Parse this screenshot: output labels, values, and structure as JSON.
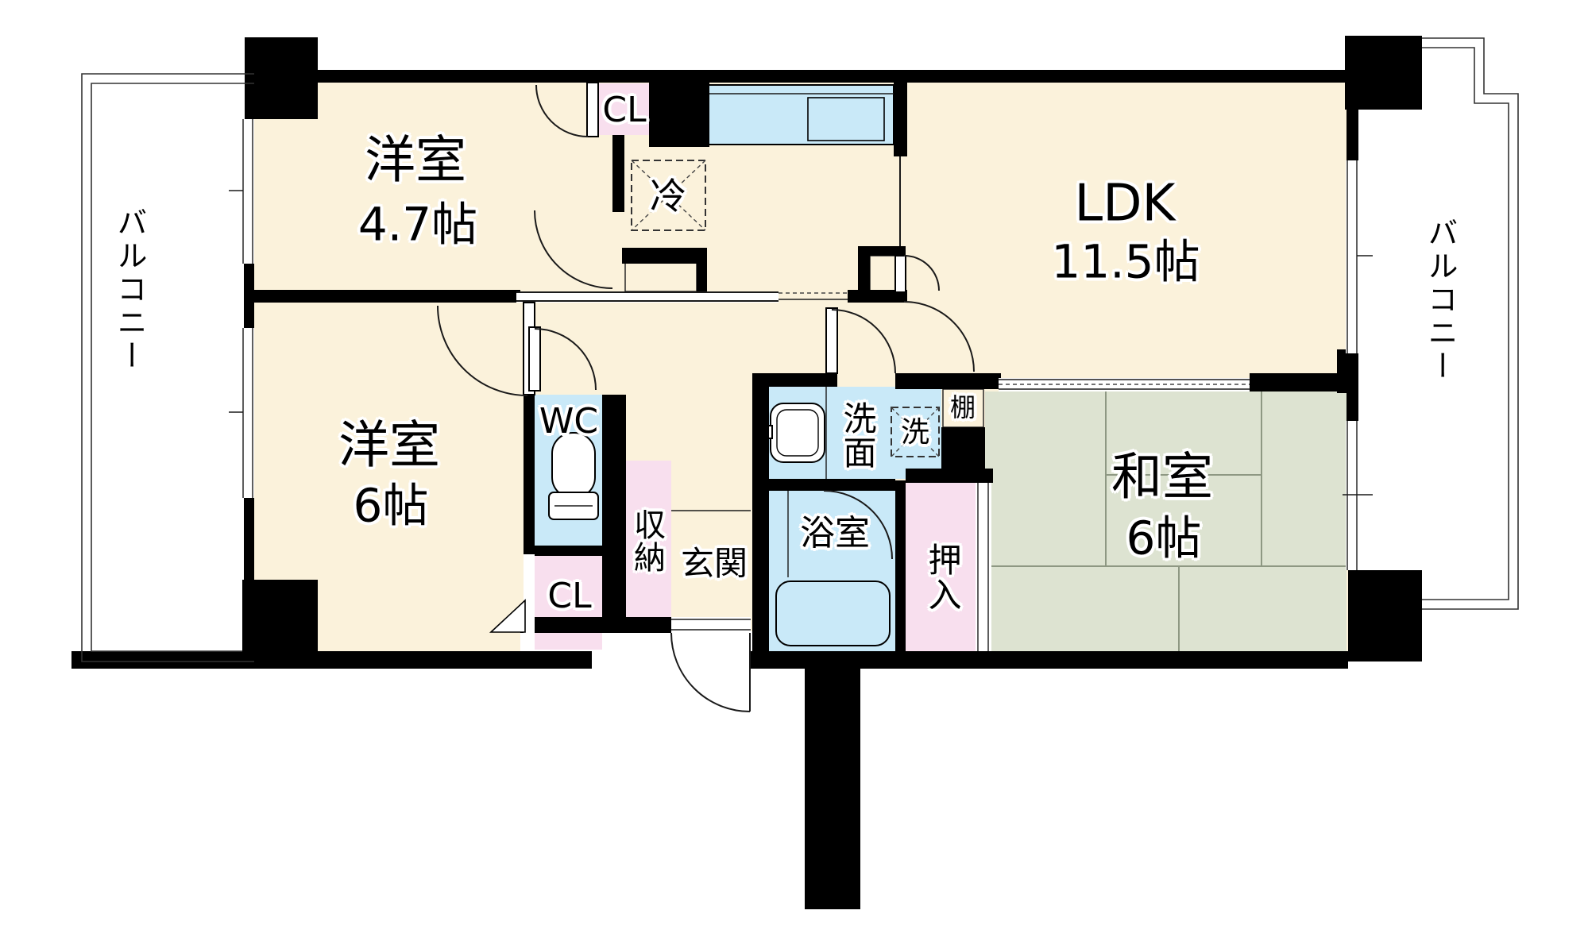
{
  "colors": {
    "wall": "#000000",
    "floor": "#FBF2DB",
    "wet": "#C9E9F8",
    "closet": "#F8DFEE",
    "tatami": "#DDE3D1",
    "tatami_line": "#8E9883"
  },
  "rooms": {
    "western_4_7": {
      "name": "洋室",
      "size": "4.7帖"
    },
    "ldk": {
      "name": "LDK",
      "size": "11.5帖"
    },
    "western_6": {
      "name": "洋室",
      "size": "6帖"
    },
    "japanese_6": {
      "name": "和室",
      "size": "6帖"
    }
  },
  "areas": {
    "balcony_left": "バルコニー",
    "balcony_right": "バルコニー",
    "closet_top": "CL",
    "closet_bottom": "CL",
    "toilet": "WC",
    "refrigerator": "冷",
    "washroom": "洗面",
    "washer": "洗",
    "shelf": "棚",
    "bathroom": "浴室",
    "oshiire": "押入",
    "storage": "収納",
    "entrance": "玄関"
  }
}
